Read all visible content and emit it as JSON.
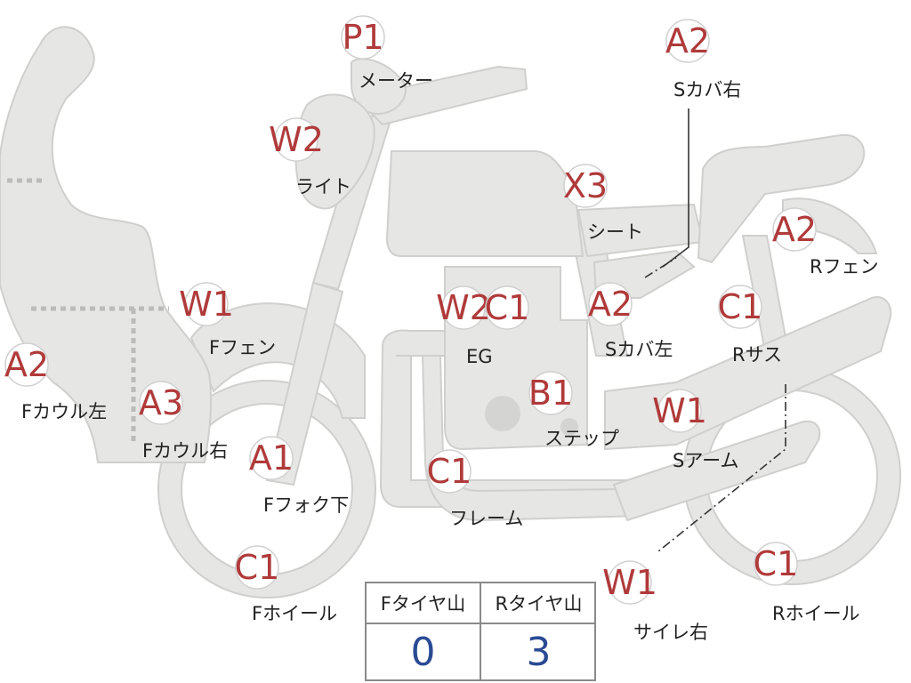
{
  "parts": {
    "meter": {
      "code": "P1",
      "label": "メーター"
    },
    "side_cover_r": {
      "code": "A2",
      "label": "Sカバ右"
    },
    "light": {
      "code": "W2",
      "label": "ライト"
    },
    "seat": {
      "code": "X3",
      "label": "シート"
    },
    "rear_fender": {
      "code": "A2",
      "label": "Rフェン"
    },
    "front_fender": {
      "code": "W1",
      "label": "Fフェン"
    },
    "engine_w": {
      "code": "W2",
      "label": "EG"
    },
    "engine_c": {
      "code": "C1"
    },
    "side_cover_l": {
      "code": "A2",
      "label": "Sカバ左"
    },
    "rear_susp": {
      "code": "C1",
      "label": "Rサス"
    },
    "cowl_left": {
      "code": "A2",
      "label": "Fカウル左"
    },
    "cowl_right": {
      "code": "A3",
      "label": "Fカウル右"
    },
    "step": {
      "code": "B1",
      "label": "ステップ"
    },
    "swing_arm": {
      "code": "W1",
      "label": "Sアーム"
    },
    "fork_lower": {
      "code": "A1",
      "label": "Fフォク下"
    },
    "frame": {
      "code": "C1",
      "label": "フレーム"
    },
    "front_wheel": {
      "code": "C1",
      "label": "Fホイール"
    },
    "muffler_r": {
      "code": "W1",
      "label": "サイレ右"
    },
    "rear_wheel": {
      "code": "C1",
      "label": "Rホイール"
    }
  },
  "tire_tread": {
    "front_header": "Fタイヤ山",
    "rear_header": "Rタイヤ山",
    "front_value": "0",
    "rear_value": "3"
  },
  "colors": {
    "code_text": "#b03a3a",
    "tread_value": "#2a4a93",
    "bike_fill": "#e6e6e4"
  }
}
